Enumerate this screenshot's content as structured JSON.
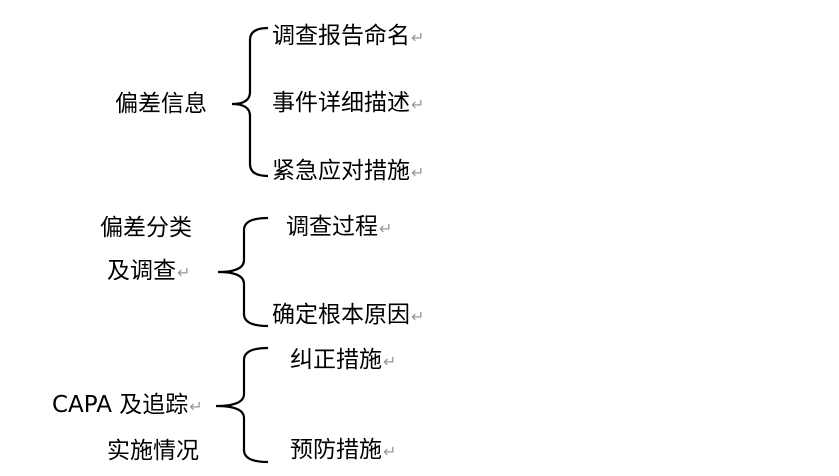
{
  "return_mark": "↵",
  "groups": [
    {
      "label_lines": [
        "偏差信息"
      ],
      "items": [
        "调查报告命名",
        "事件详细描述",
        "紧急应对措施"
      ]
    },
    {
      "label_lines": [
        "偏差分类",
        "及调查"
      ],
      "items": [
        "调查过程",
        "确定根本原因"
      ]
    },
    {
      "label_lines": [
        "CAPA 及追踪",
        "实施情况"
      ],
      "items": [
        "纠正措施",
        "预防措施"
      ]
    }
  ]
}
